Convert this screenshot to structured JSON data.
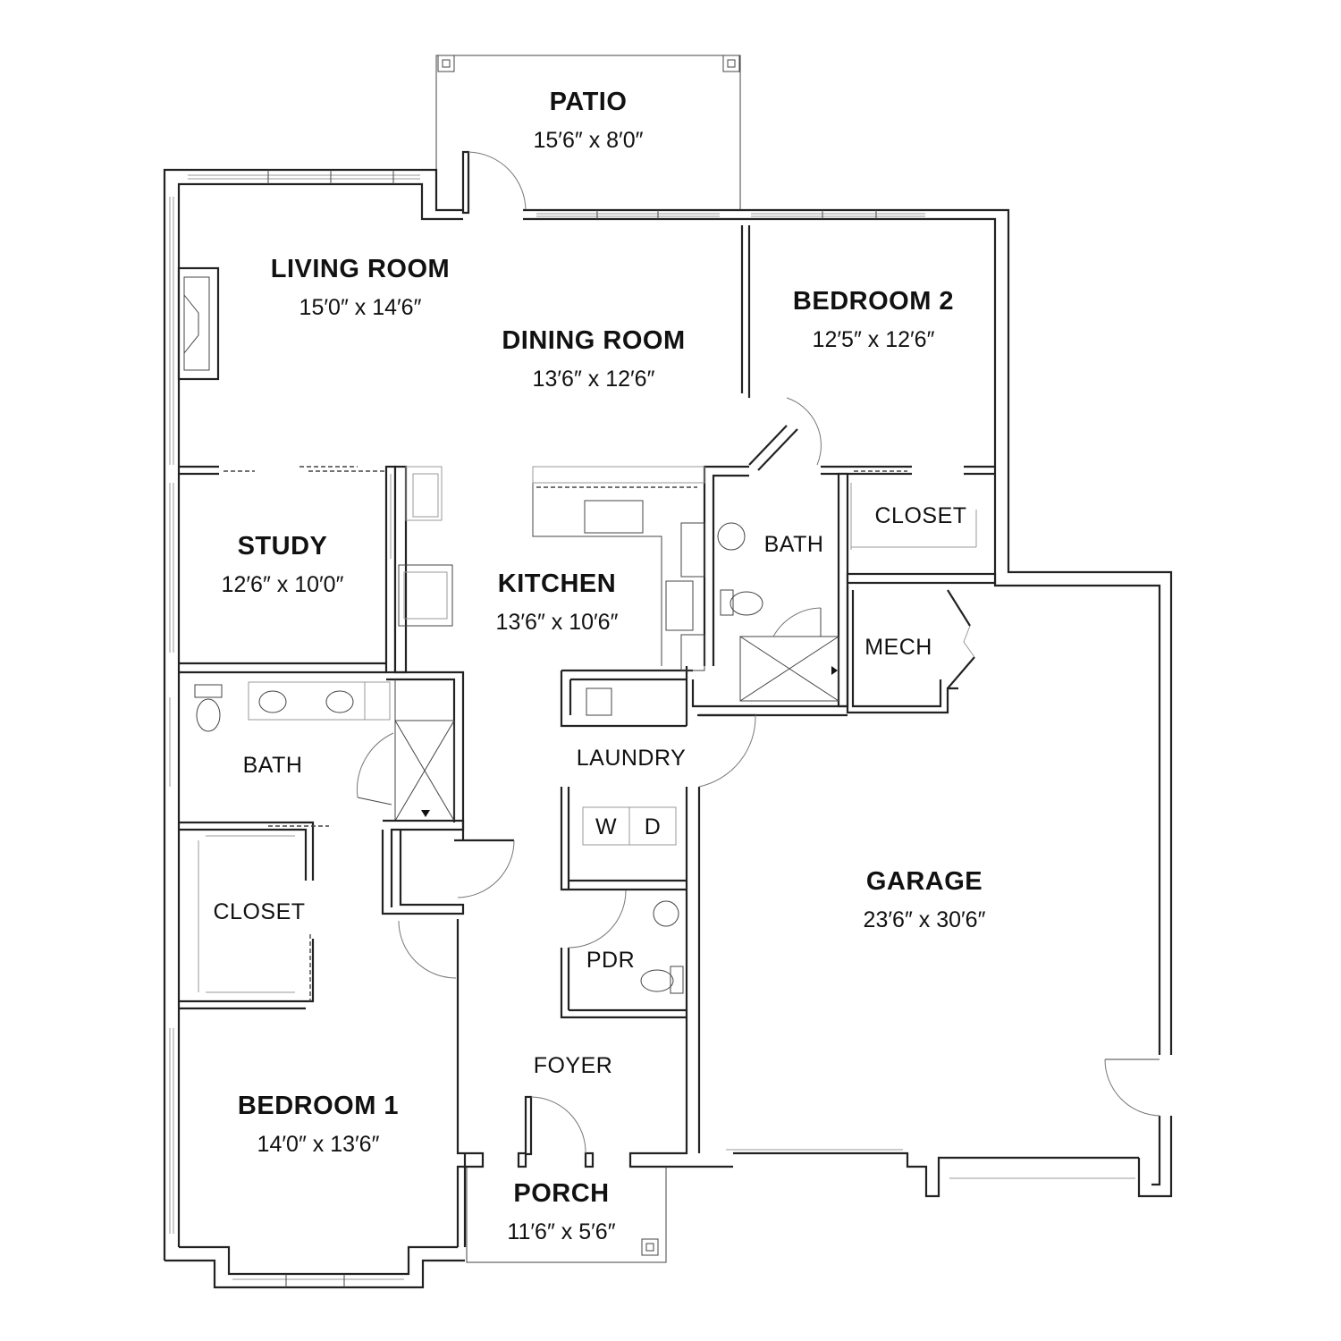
{
  "rooms": {
    "patio": {
      "name": "PATIO",
      "dims": "15′6″ x 8′0″"
    },
    "living_room": {
      "name": "LIVING ROOM",
      "dims": "15′0″ x 14′6″"
    },
    "dining_room": {
      "name": "DINING ROOM",
      "dims": "13′6″ x 12′6″"
    },
    "bedroom_2": {
      "name": "BEDROOM 2",
      "dims": "12′5″ x 12′6″"
    },
    "study": {
      "name": "STUDY",
      "dims": "12′6″ x 10′0″"
    },
    "kitchen": {
      "name": "KITCHEN",
      "dims": "13′6″ x 10′6″"
    },
    "bath_2": {
      "name": "BATH"
    },
    "closet_2": {
      "name": "CLOSET"
    },
    "mech": {
      "name": "MECH"
    },
    "bath_1": {
      "name": "BATH"
    },
    "laundry": {
      "name": "LAUNDRY"
    },
    "washer": {
      "name": "W"
    },
    "dryer": {
      "name": "D"
    },
    "garage": {
      "name": "GARAGE",
      "dims": "23′6″ x 30′6″"
    },
    "closet_1": {
      "name": "CLOSET"
    },
    "pdr": {
      "name": "PDR"
    },
    "foyer": {
      "name": "FOYER"
    },
    "bedroom_1": {
      "name": "BEDROOM 1",
      "dims": "14′0″ x 13′6″"
    },
    "porch": {
      "name": "PORCH",
      "dims": "11′6″ x 5′6″"
    }
  }
}
